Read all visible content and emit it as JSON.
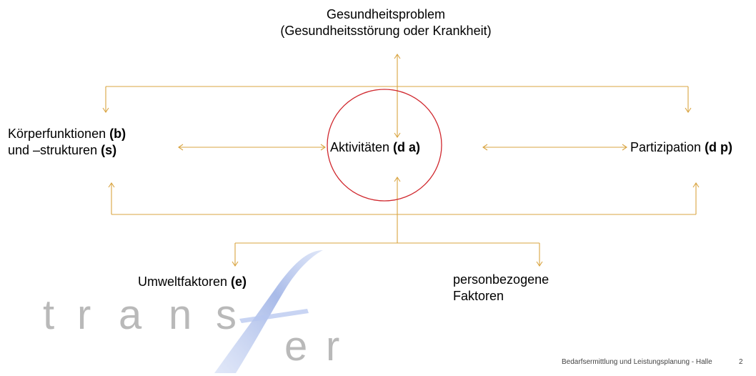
{
  "diagram": {
    "health_problem": {
      "line1": "Gesundheitsproblem",
      "line2": "(Gesundheitsstörung oder Krankheit)"
    },
    "body_functions": {
      "line1_text": "Körperfunktionen ",
      "line1_code": "(b)",
      "line2_text": "und –strukturen ",
      "line2_code": "(s)"
    },
    "activities": {
      "text": "Aktivitäten ",
      "code": "(d a)"
    },
    "participation": {
      "text": "Partizipation ",
      "code": "(d p)"
    },
    "environmental": {
      "text": "Umweltfaktoren ",
      "code": "(e)"
    },
    "personal": {
      "line1": "personbezogene",
      "line2": "Faktoren"
    }
  },
  "colors": {
    "arrow": "#d9a441",
    "ellipse": "#d0282e",
    "watermark_gray": "#b9b9b9",
    "watermark_blue": "#9fb3e6"
  },
  "watermark": {
    "letters": [
      "t",
      "r",
      "a",
      "n",
      "s",
      "e",
      "r"
    ]
  },
  "footer": {
    "text": "Bedarfsermittlung und Leistungsplanung  - Halle",
    "page_number": "2"
  }
}
